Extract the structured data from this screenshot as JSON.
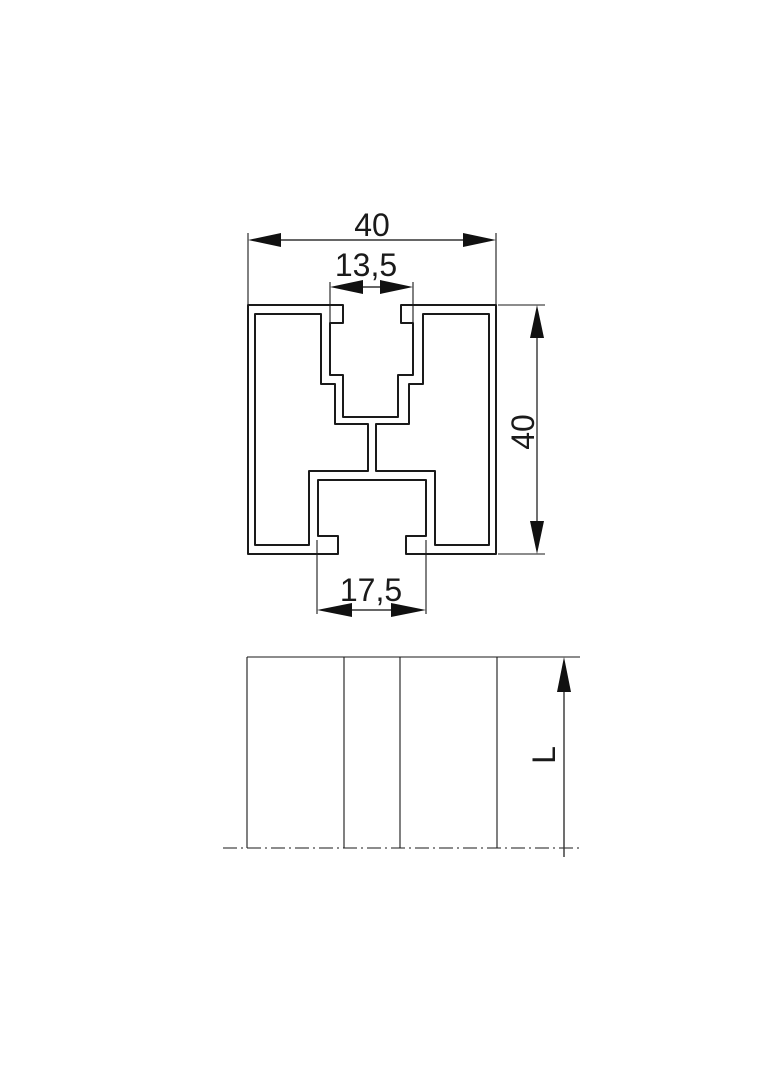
{
  "drawing": {
    "dimensions": {
      "overall_width": "40",
      "top_slot_width": "13,5",
      "bottom_slot_width": "17,5",
      "overall_height": "40",
      "length": "L"
    },
    "colors": {
      "line": "#1a1a1a",
      "background": "#ffffff"
    }
  }
}
